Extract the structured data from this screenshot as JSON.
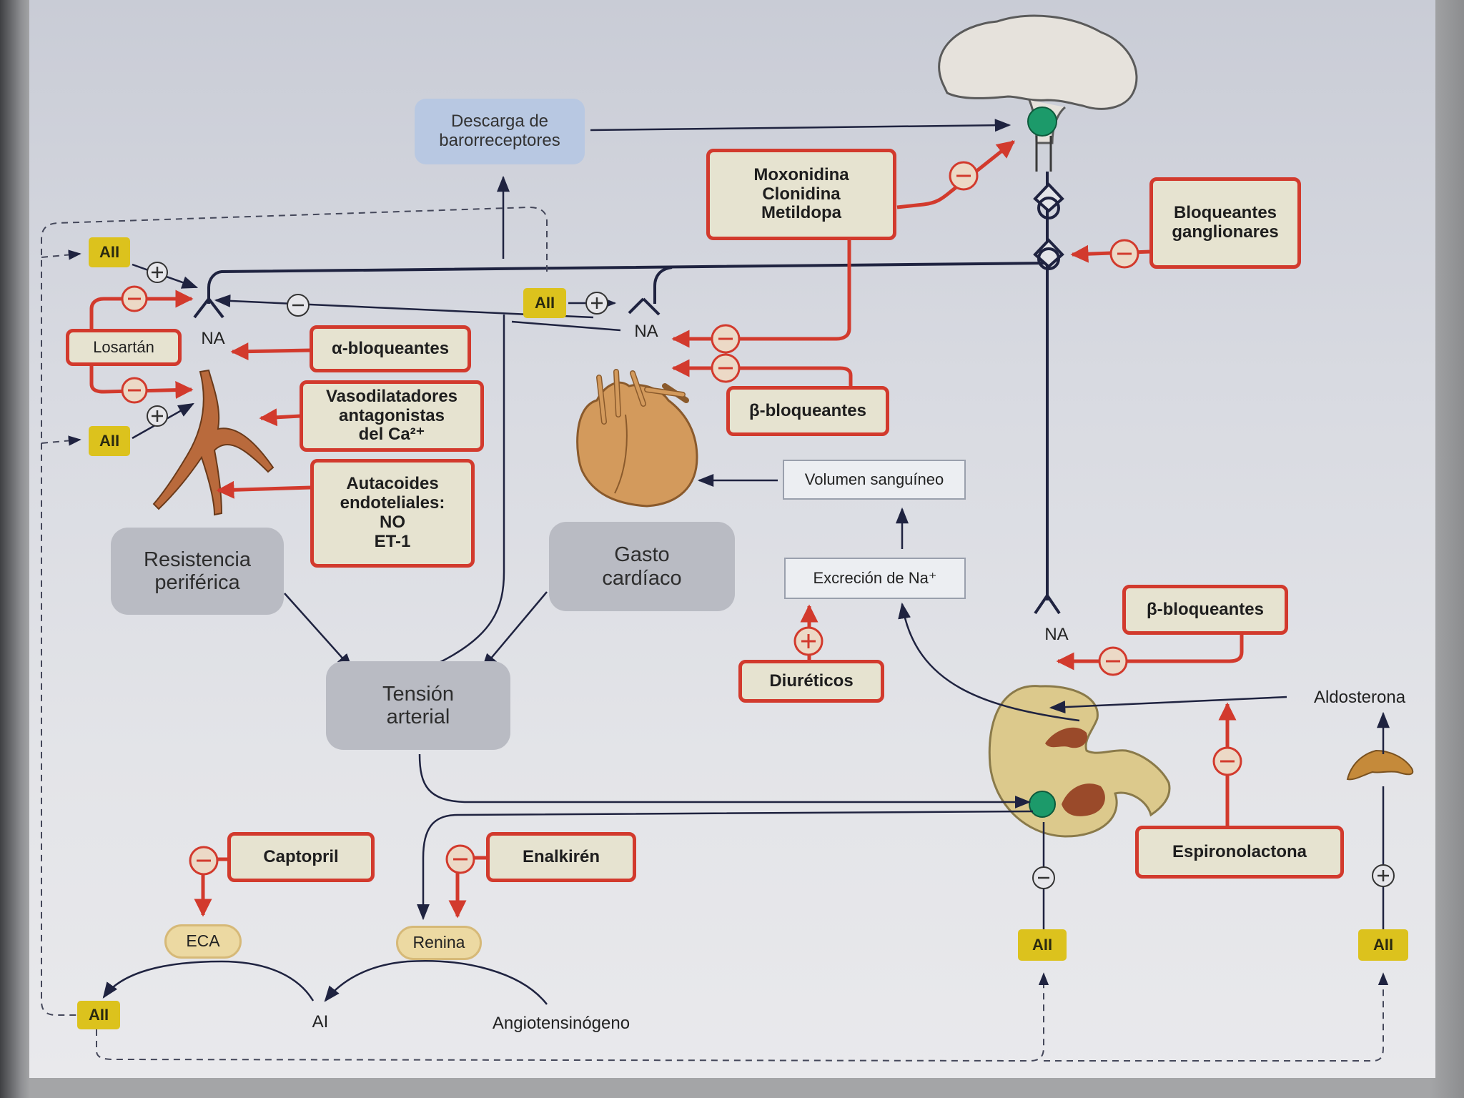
{
  "colors": {
    "drug_border": "#d23a2d",
    "inhibit_arrow": "#d23a2d",
    "nerve_line": "#1f2340",
    "blue_box": "#b8c8e2",
    "grey_box": "#b9bbc3",
    "all_tag": "#dcc21d",
    "enzyme_oval": "#ecd9a2",
    "organ": "#d39a5c"
  },
  "icons": [
    "brain-icon",
    "heart-icon",
    "kidney-icon",
    "adrenal-gland-icon",
    "blood-vessel-icon",
    "receptor-icon",
    "plus-sign-icon",
    "minus-sign-icon"
  ],
  "nodes": {
    "baroreceptors": "Descarga de\nbarorreceptores",
    "peripheral_resistance": "Resistencia\nperiférica",
    "cardiac_output": "Gasto\ncardíaco",
    "blood_pressure": "Tensión\narterial",
    "blood_volume": "Volumen sanguíneo",
    "na_excretion": "Excreción de Na⁺",
    "aldosterone": "Aldosterona",
    "angiotensinogen": "Angiotensinógeno",
    "ai": "AI",
    "eca": "ECA",
    "renin": "Renina",
    "na_left": "NA",
    "na_center": "NA",
    "na_kidney": "NA",
    "all_top": "AII",
    "all_mid": "AII",
    "all_center": "AII",
    "all_bottom_left": "AII",
    "all_kidney": "AII",
    "all_adrenal": "AII"
  },
  "drugs": {
    "central": "Moxonidina\nClonidina\nMetildopa",
    "ganglionic": "Bloqueantes\nganglionares",
    "losartan": "Losartán",
    "alpha_blockers": "α-bloqueantes",
    "vasodilators": "Vasodilatadores\nantagonistas\ndel Ca²⁺",
    "autacoids": "Autacoides\nendoteliales:\nNO\nET-1",
    "beta_blockers_heart": "β-bloqueantes",
    "beta_blockers_kidney": "β-bloqueantes",
    "diuretics": "Diuréticos",
    "spironolactone": "Espironolactona",
    "captopril": "Captopril",
    "aliskiren": "Enalkirén"
  },
  "signs": {
    "plus": "+",
    "minus": "−"
  }
}
